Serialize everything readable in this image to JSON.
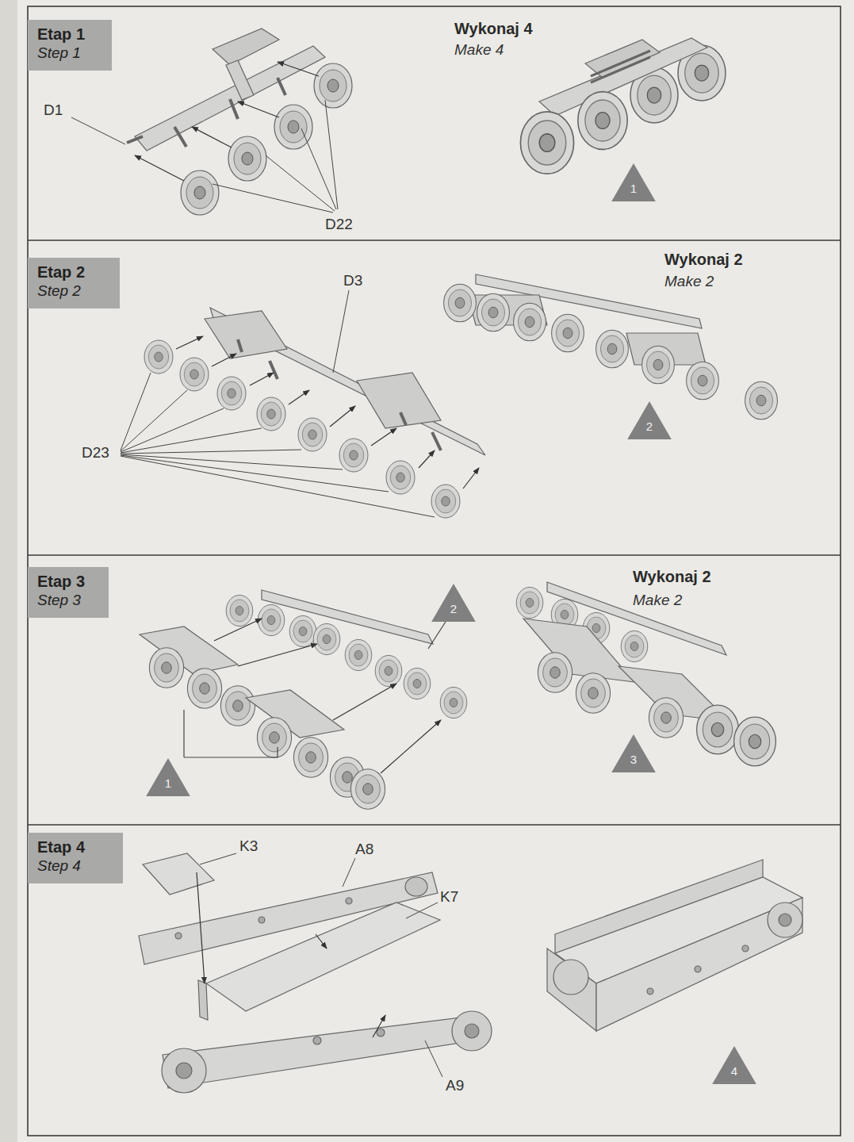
{
  "diagram": {
    "nodes": [
      {
        "text": [
          "Etap 1",
          "Step 1"
        ]
      },
      {
        "text": [
          "1"
        ]
      },
      {
        "text": [
          "Etap 2",
          "Step 2"
        ]
      },
      {
        "text": [
          "2"
        ]
      },
      {
        "text": [
          "Etap 3",
          "Step 3"
        ]
      },
      {
        "text": [
          "2"
        ]
      },
      {
        "text": [
          "1"
        ]
      },
      {
        "text": [
          "3"
        ]
      },
      {
        "text": [
          "Etap 4",
          "Step 4"
        ]
      },
      {
        "text": [
          "4"
        ]
      }
    ],
    "labels": [
      "D1",
      "D22",
      "Wykonaj 4",
      "Make 4",
      "D3",
      "D23",
      "Wykonaj 2",
      "Make 2",
      "Wykonaj 2",
      "Make 2",
      "K3",
      "A8",
      "K7",
      "A9"
    ]
  }
}
